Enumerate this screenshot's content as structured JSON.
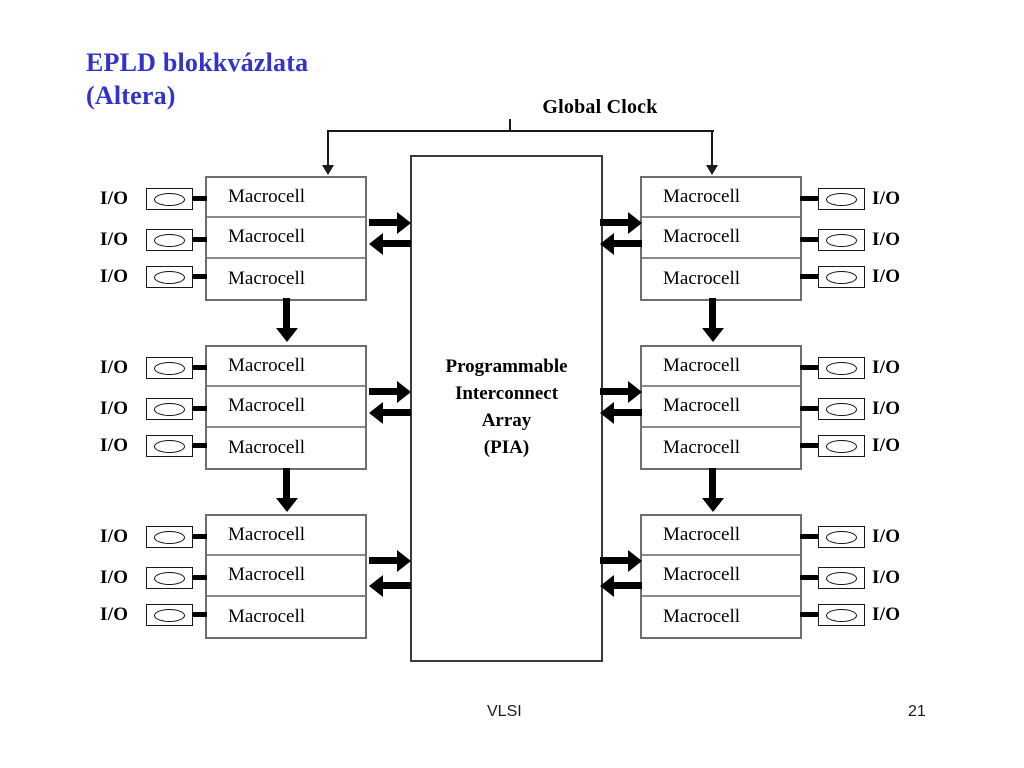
{
  "slide": {
    "title_lines": [
      "EPLD blokkvázlata",
      "(Altera)"
    ],
    "title_color": "#3333cc",
    "background": "#ffffff"
  },
  "diagram": {
    "global_clock_label": "Global Clock",
    "pia": {
      "lines": [
        "Programmable",
        "Interconnect",
        "Array",
        "(PIA)"
      ],
      "full_text": "Programmable Interconnect Array (PIA)"
    },
    "macrocell_label": "Macrocell",
    "io_label": "I/O",
    "groups": [
      {
        "id": "left-top",
        "side": "left",
        "rows": [
          {
            "macrocell": "Macrocell",
            "io": "I/O"
          },
          {
            "macrocell": "Macrocell",
            "io": "I/O"
          },
          {
            "macrocell": "Macrocell",
            "io": "I/O"
          }
        ]
      },
      {
        "id": "left-middle",
        "side": "left",
        "rows": [
          {
            "macrocell": "Macrocell",
            "io": "I/O"
          },
          {
            "macrocell": "Macrocell",
            "io": "I/O"
          },
          {
            "macrocell": "Macrocell",
            "io": "I/O"
          }
        ]
      },
      {
        "id": "left-bottom",
        "side": "left",
        "rows": [
          {
            "macrocell": "Macrocell",
            "io": "I/O"
          },
          {
            "macrocell": "Macrocell",
            "io": "I/O"
          },
          {
            "macrocell": "Macrocell",
            "io": "I/O"
          }
        ]
      },
      {
        "id": "right-top",
        "side": "right",
        "rows": [
          {
            "macrocell": "Macrocell",
            "io": "I/O"
          },
          {
            "macrocell": "Macrocell",
            "io": "I/O"
          },
          {
            "macrocell": "Macrocell",
            "io": "I/O"
          }
        ]
      },
      {
        "id": "right-middle",
        "side": "right",
        "rows": [
          {
            "macrocell": "Macrocell",
            "io": "I/O"
          },
          {
            "macrocell": "Macrocell",
            "io": "I/O"
          },
          {
            "macrocell": "Macrocell",
            "io": "I/O"
          }
        ]
      },
      {
        "id": "right-bottom",
        "side": "right",
        "rows": [
          {
            "macrocell": "Macrocell",
            "io": "I/O"
          },
          {
            "macrocell": "Macrocell",
            "io": "I/O"
          },
          {
            "macrocell": "Macrocell",
            "io": "I/O"
          }
        ]
      }
    ]
  },
  "footer": {
    "course": "VLSI",
    "page_number": "21"
  }
}
